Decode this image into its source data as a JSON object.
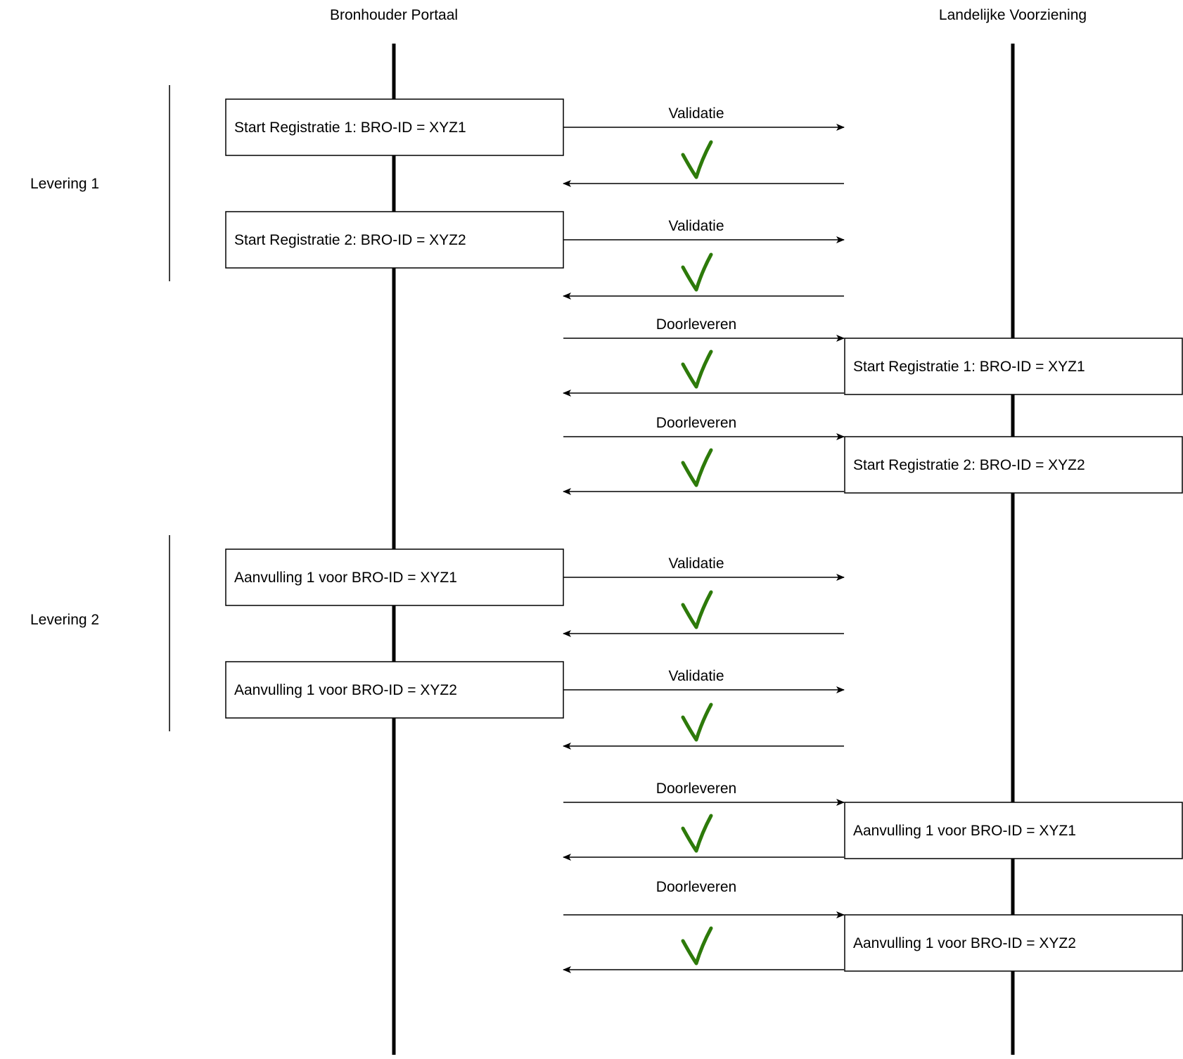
{
  "participants": {
    "left": "Bronhouder Portaal",
    "right": "Landelijke Voorziening"
  },
  "groups": [
    "Levering 1",
    "Levering 2"
  ],
  "left_boxes": [
    "Start Registratie 1: BRO-ID = XYZ1",
    "Start Registratie 2: BRO-ID = XYZ2",
    "Aanvulling 1 voor BRO-ID = XYZ1",
    "Aanvulling 1 voor BRO-ID = XYZ2"
  ],
  "right_boxes": [
    "Start Registratie 1: BRO-ID = XYZ1",
    "Start Registratie 2: BRO-ID = XYZ2",
    "Aanvulling 1 voor BRO-ID = XYZ1",
    "Aanvulling 1 voor BRO-ID = XYZ2"
  ],
  "messages": [
    "Validatie",
    "Validatie",
    "Doorleveren",
    "Doorleveren",
    "Validatie",
    "Validatie",
    "Doorleveren",
    "Doorleveren"
  ],
  "response_symbol": "check-mark",
  "colors": {
    "line": "#000000",
    "check": "#2d7a0a",
    "box_fill": "#ffffff"
  }
}
